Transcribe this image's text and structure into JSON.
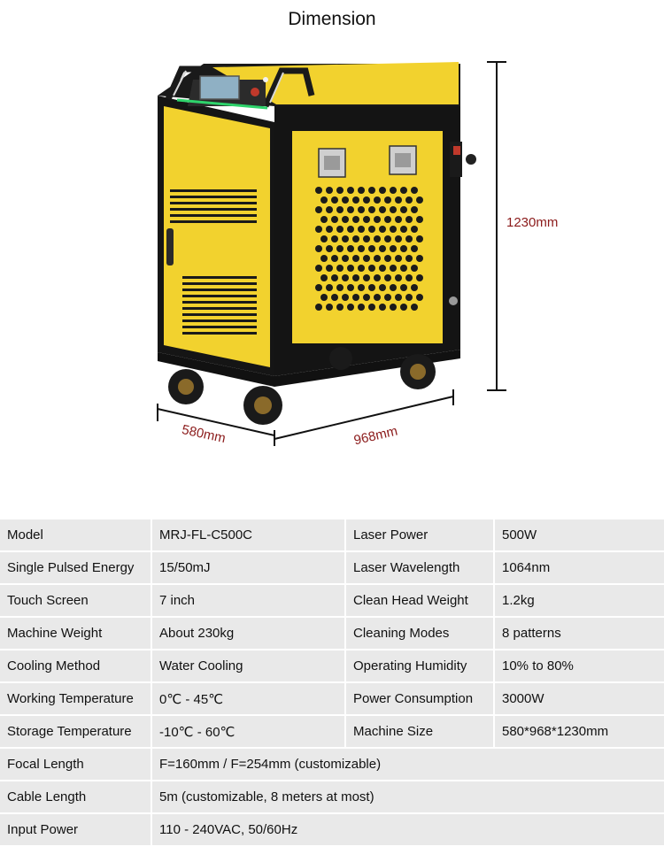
{
  "page": {
    "title": "Dimension"
  },
  "dimensions": {
    "height": "1230mm",
    "depth": "580mm",
    "width": "968mm"
  },
  "colors": {
    "body_yellow": "#f2d22e",
    "frame_black": "#141414",
    "dimension_text": "#8b1a1a",
    "table_cell": "#e9e9e9"
  },
  "specs": {
    "rows": [
      {
        "l1": "Model",
        "v1": "MRJ-FL-C500C",
        "l2": "Laser Power",
        "v2": "500W"
      },
      {
        "l1": "Single Pulsed Energy",
        "v1": "15/50mJ",
        "l2": "Laser Wavelength",
        "v2": "1064nm"
      },
      {
        "l1": "Touch Screen",
        "v1": "7 inch",
        "l2": "Clean Head Weight",
        "v2": "1.2kg"
      },
      {
        "l1": "Machine Weight",
        "v1": "About 230kg",
        "l2": "Cleaning Modes",
        "v2": "8 patterns"
      },
      {
        "l1": "Cooling Method",
        "v1": "Water Cooling",
        "l2": "Operating Humidity",
        "v2": "10% to 80%"
      },
      {
        "l1": "Working Temperature",
        "v1": "0℃ - 45℃",
        "l2": "Power Consumption",
        "v2": "3000W"
      },
      {
        "l1": "Storage Temperature",
        "v1": "-10℃ - 60℃",
        "l2": "Machine Size",
        "v2": "580*968*1230mm"
      }
    ],
    "wide_rows": [
      {
        "label": "Focal Length",
        "value": "F=160mm / F=254mm (customizable)"
      },
      {
        "label": "Cable Length",
        "value": "5m (customizable, 8 meters at most)"
      },
      {
        "label": "Input Power",
        "value": "110 - 240VAC, 50/60Hz"
      }
    ]
  }
}
